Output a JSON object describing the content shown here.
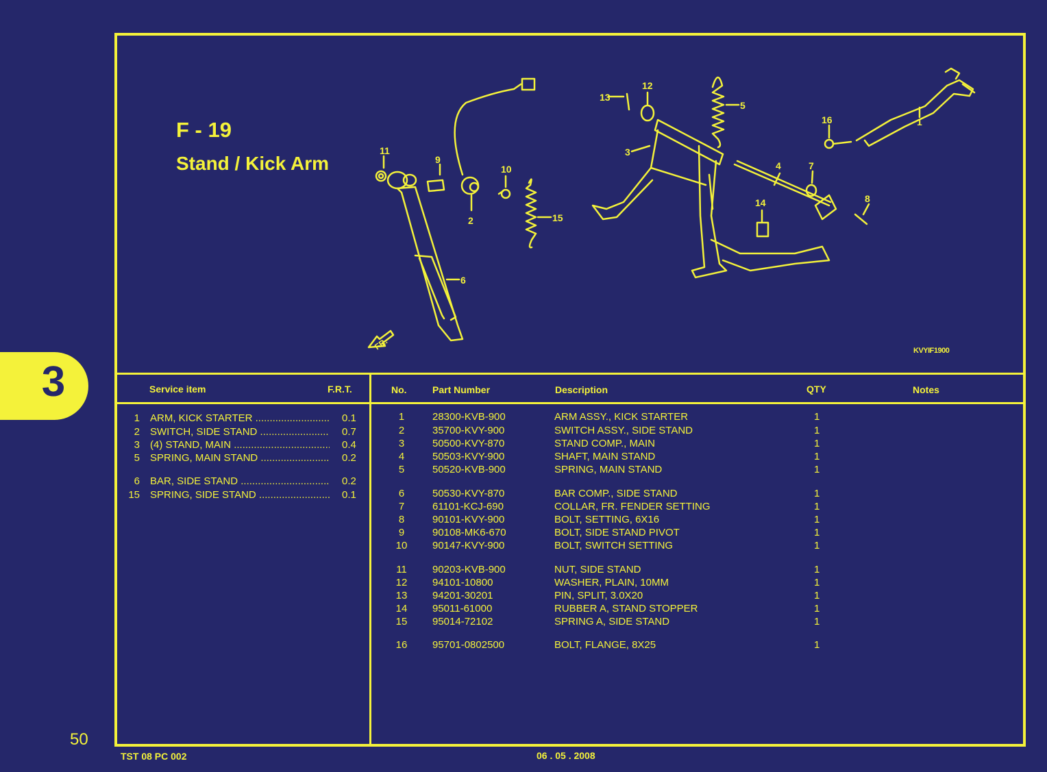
{
  "page": {
    "figure_code": "F - 19",
    "figure_title": "Stand / Kick Arm",
    "diagram_code": "KVYIF1900",
    "section_number": "3",
    "page_number": "50",
    "footer_left": "TST 08 PC 002",
    "footer_date": "06 . 05 . 2008"
  },
  "service_table": {
    "headers": {
      "service_item": "Service item",
      "frt": "F.R.T."
    },
    "rows": [
      {
        "no": "1",
        "name": "ARM, KICK STARTER ..........................................",
        "frt": "0.1"
      },
      {
        "no": "2",
        "name": "SWITCH, SIDE STAND ......................................",
        "frt": "0.7"
      },
      {
        "no": "3",
        "name": "(4) STAND, MAIN ..................................................",
        "frt": "0.4"
      },
      {
        "no": "5",
        "name": "SPRING, MAIN STAND .......................................",
        "frt": "0.2"
      },
      {
        "no": "6",
        "name": "BAR, SIDE STAND ...............................................",
        "frt": "0.2"
      },
      {
        "no": "15",
        "name": "SPRING, SIDE STAND ........................................",
        "frt": "0.1"
      }
    ]
  },
  "parts_table": {
    "headers": {
      "no": "No.",
      "part_number": "Part Number",
      "description": "Description",
      "qty": "QTY",
      "notes": "Notes"
    },
    "rows": [
      {
        "no": "1",
        "part_number": "28300-KVB-900",
        "description": "ARM ASSY., KICK STARTER",
        "qty": "1"
      },
      {
        "no": "2",
        "part_number": "35700-KVY-900",
        "description": "SWITCH ASSY., SIDE STAND",
        "qty": "1"
      },
      {
        "no": "3",
        "part_number": "50500-KVY-870",
        "description": "STAND COMP., MAIN",
        "qty": "1"
      },
      {
        "no": "4",
        "part_number": "50503-KVY-900",
        "description": "SHAFT, MAIN STAND",
        "qty": "1"
      },
      {
        "no": "5",
        "part_number": "50520-KVB-900",
        "description": "SPRING, MAIN STAND",
        "qty": "1"
      },
      {
        "no": "6",
        "part_number": "50530-KVY-870",
        "description": "BAR COMP., SIDE STAND",
        "qty": "1"
      },
      {
        "no": "7",
        "part_number": "61101-KCJ-690",
        "description": "COLLAR, FR. FENDER SETTING",
        "qty": "1"
      },
      {
        "no": "8",
        "part_number": "90101-KVY-900",
        "description": "BOLT, SETTING, 6X16",
        "qty": "1"
      },
      {
        "no": "9",
        "part_number": "90108-MK6-670",
        "description": "BOLT, SIDE STAND PIVOT",
        "qty": "1"
      },
      {
        "no": "10",
        "part_number": "90147-KVY-900",
        "description": "BOLT, SWITCH SETTING",
        "qty": "1"
      },
      {
        "no": "11",
        "part_number": "90203-KVB-900",
        "description": "NUT, SIDE STAND",
        "qty": "1"
      },
      {
        "no": "12",
        "part_number": "94101-10800",
        "description": "WASHER, PLAIN, 10MM",
        "qty": "1"
      },
      {
        "no": "13",
        "part_number": "94201-30201",
        "description": "PIN, SPLIT, 3.0X20",
        "qty": "1"
      },
      {
        "no": "14",
        "part_number": "95011-61000",
        "description": "RUBBER A, STAND STOPPER",
        "qty": "1"
      },
      {
        "no": "15",
        "part_number": "95014-72102",
        "description": "SPRING A, SIDE STAND",
        "qty": "1"
      },
      {
        "no": "16",
        "part_number": "95701-0802500",
        "description": "BOLT, FLANGE, 8X25",
        "qty": "1"
      }
    ]
  },
  "diagram": {
    "callouts": [
      "1",
      "2",
      "3",
      "4",
      "5",
      "6",
      "7",
      "8",
      "9",
      "10",
      "11",
      "12",
      "13",
      "14",
      "15",
      "16"
    ],
    "direction_label": "FR."
  },
  "colors": {
    "background": "#25276a",
    "accent": "#f4f23a"
  }
}
